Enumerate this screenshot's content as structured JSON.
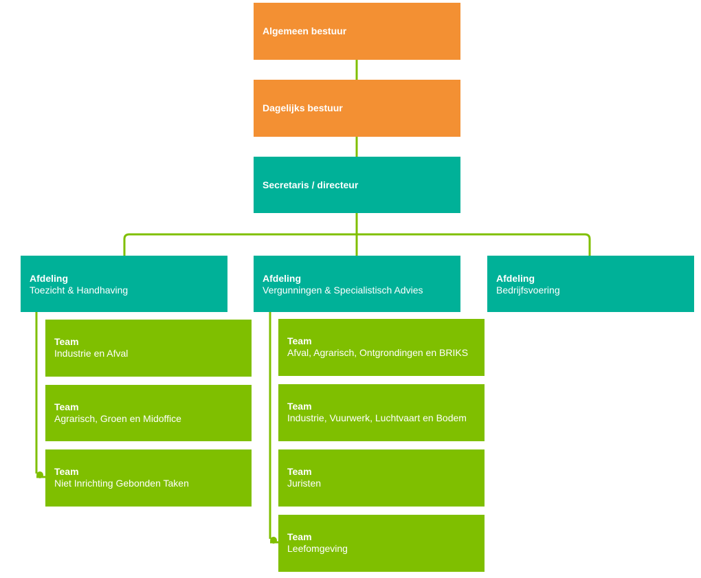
{
  "colors": {
    "bestuur": "#f39033",
    "directie": "#00b198",
    "team": "#7fbf00",
    "connector": "#7fbf00",
    "text": "#ffffff"
  },
  "bestuur": {
    "algemeen": "Algemeen bestuur",
    "dagelijks": "Dagelijks bestuur",
    "secretaris": "Secretaris / directeur"
  },
  "departments": [
    {
      "label": "Afdeling",
      "name": "Toezicht & Handhaving",
      "teams": [
        {
          "label": "Team",
          "name": "Industrie en Afval"
        },
        {
          "label": "Team",
          "name": "Agrarisch, Groen en Midoffice"
        },
        {
          "label": "Team",
          "name": "Niet Inrichting Gebonden Taken"
        }
      ]
    },
    {
      "label": "Afdeling",
      "name": "Vergunningen & Specialistisch Advies",
      "teams": [
        {
          "label": "Team",
          "name": "Afval, Agrarisch, Ontgrondingen en BRIKS"
        },
        {
          "label": "Team",
          "name": "Industrie, Vuurwerk, Luchtvaart en Bodem"
        },
        {
          "label": "Team",
          "name": "Juristen"
        },
        {
          "label": "Team",
          "name": "Leefomgeving"
        }
      ]
    },
    {
      "label": "Afdeling",
      "name": "Bedrijfsvoering",
      "teams": []
    }
  ]
}
